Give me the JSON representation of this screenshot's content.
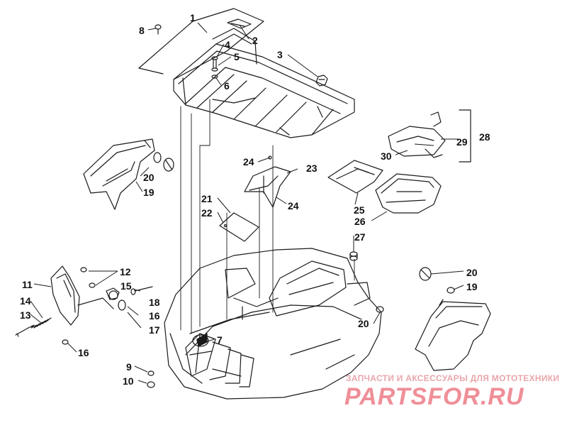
{
  "callouts": [
    {
      "id": "c1",
      "text": "1"
    },
    {
      "id": "c2",
      "text": "2"
    },
    {
      "id": "c3",
      "text": "3"
    },
    {
      "id": "c4",
      "text": "4"
    },
    {
      "id": "c5",
      "text": "5"
    },
    {
      "id": "c6",
      "text": "6"
    },
    {
      "id": "c7",
      "text": "7"
    },
    {
      "id": "c8",
      "text": "8"
    },
    {
      "id": "c9",
      "text": "9"
    },
    {
      "id": "c10",
      "text": "10"
    },
    {
      "id": "c11",
      "text": "11"
    },
    {
      "id": "c12",
      "text": "12"
    },
    {
      "id": "c13",
      "text": "13"
    },
    {
      "id": "c14",
      "text": "14"
    },
    {
      "id": "c15",
      "text": "15"
    },
    {
      "id": "c16a",
      "text": "16"
    },
    {
      "id": "c16b",
      "text": "16"
    },
    {
      "id": "c17",
      "text": "17"
    },
    {
      "id": "c18",
      "text": "18"
    },
    {
      "id": "c19a",
      "text": "19"
    },
    {
      "id": "c19b",
      "text": "19"
    },
    {
      "id": "c20a",
      "text": "20"
    },
    {
      "id": "c20b",
      "text": "20"
    },
    {
      "id": "c20c",
      "text": "20"
    },
    {
      "id": "c21",
      "text": "21"
    },
    {
      "id": "c22",
      "text": "22"
    },
    {
      "id": "c23",
      "text": "23"
    },
    {
      "id": "c24a",
      "text": "24"
    },
    {
      "id": "c24b",
      "text": "24"
    },
    {
      "id": "c25",
      "text": "25"
    },
    {
      "id": "c26",
      "text": "26"
    },
    {
      "id": "c27",
      "text": "27"
    },
    {
      "id": "c28",
      "text": "28"
    },
    {
      "id": "c29",
      "text": "29"
    },
    {
      "id": "c30",
      "text": "30"
    }
  ],
  "watermark": {
    "subtitle": "ЗАПЧАСТИ И АКСЕССУАРЫ ДЛЯ МОТОТЕХНИКИ",
    "logo": "PARTSFOR.RU",
    "color": "#ef8f98"
  }
}
